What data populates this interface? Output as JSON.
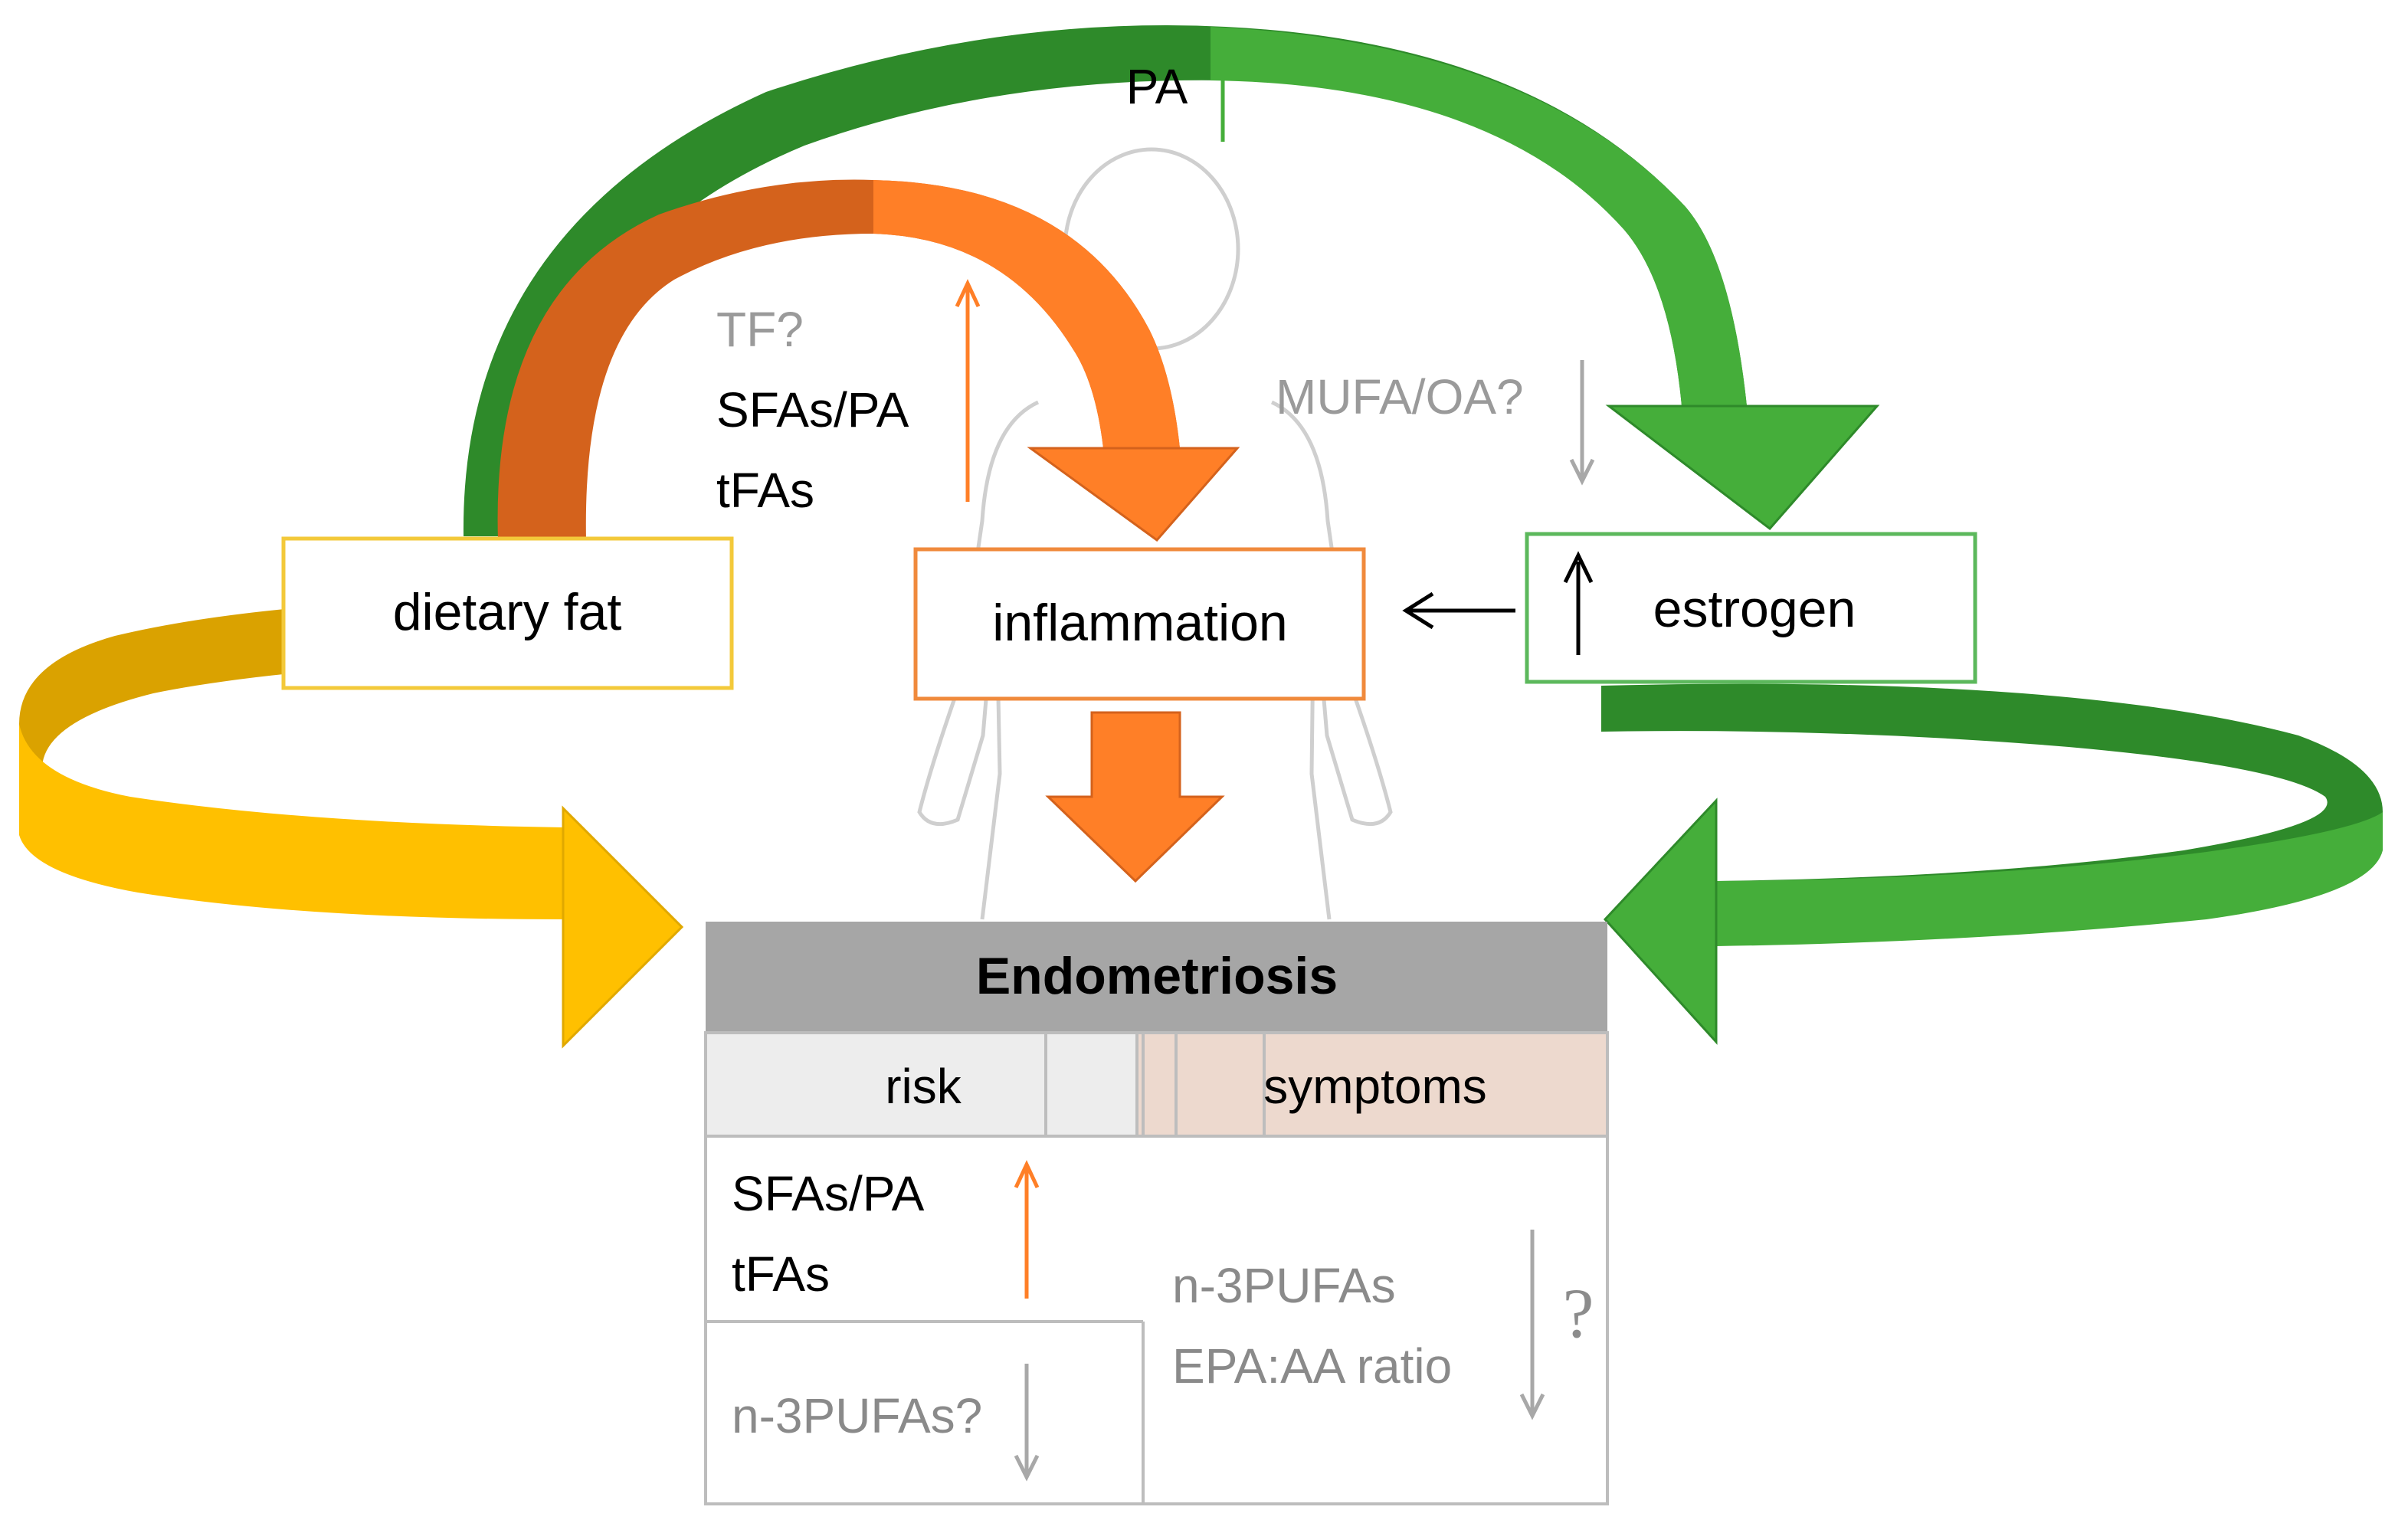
{
  "colors": {
    "yellow": "#FFC000",
    "yellow_dark": "#DAA200",
    "orange": "#FF7F27",
    "orange_dark": "#D4621C",
    "green": "#45AE3A",
    "green_dark": "#2E8A2A",
    "grey_text": "#9a9a9a",
    "header_grey": "#A6A6A6",
    "risk_bg": "#EDEDED",
    "symptoms_bg": "#EDD9CE",
    "box_yellow": "#F3C93A",
    "box_orange": "#F08A3C",
    "box_green": "#5CB85C"
  },
  "nodes": {
    "dietary_fat": "dietary fat",
    "inflammation": "inflammation",
    "estrogen": "estrogen"
  },
  "labels": {
    "pa_top": "PA",
    "tf": "TF?",
    "sfas_pa_1": "SFAs/PA",
    "tfas_1": "tFAs",
    "mufa_oa": "MUFA/OA?"
  },
  "table": {
    "title": "Endometriosis",
    "risk": "risk",
    "symptoms": "symptoms",
    "sfas_pa": "SFAs/PA",
    "tfas": "tFAs",
    "n3pufas_q": "n-3PUFAs?",
    "n3pufas": "n-3PUFAs",
    "epa_aa": "EPA:AA ratio",
    "question": "?"
  },
  "icons": [
    "person-silhouette-icon",
    "arrow-up-icon",
    "arrow-down-icon",
    "arrow-left-icon"
  ]
}
